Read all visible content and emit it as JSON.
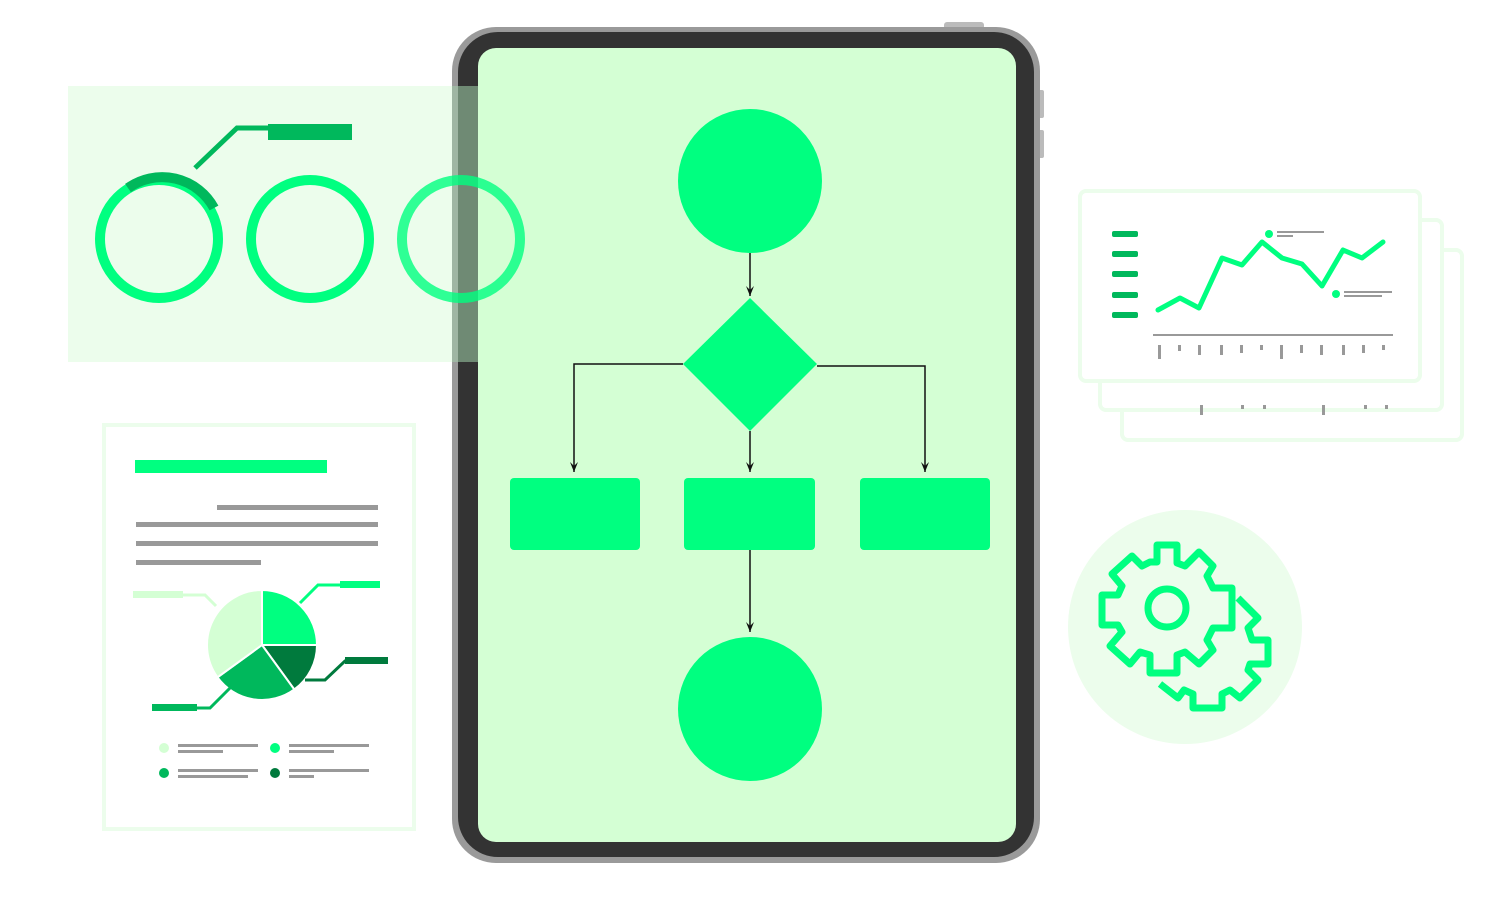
{
  "colors": {
    "accent": "#00ff80",
    "accent_dark": "#00b85c",
    "accent_darker": "#007a3d",
    "screen": "#d4ffd4",
    "panel": "#ecfdec",
    "device_frame": "#333333",
    "device_rim": "#9a9a9a",
    "text_line": "#9a9a9a"
  },
  "icons": [
    "tablet-device",
    "flowchart",
    "progress-rings",
    "report-document",
    "pie-chart",
    "line-chart-card",
    "gear-icon"
  ],
  "report_pie_chart": {
    "slices_fraction": [
      0.25,
      0.15,
      0.25,
      0.35
    ]
  }
}
